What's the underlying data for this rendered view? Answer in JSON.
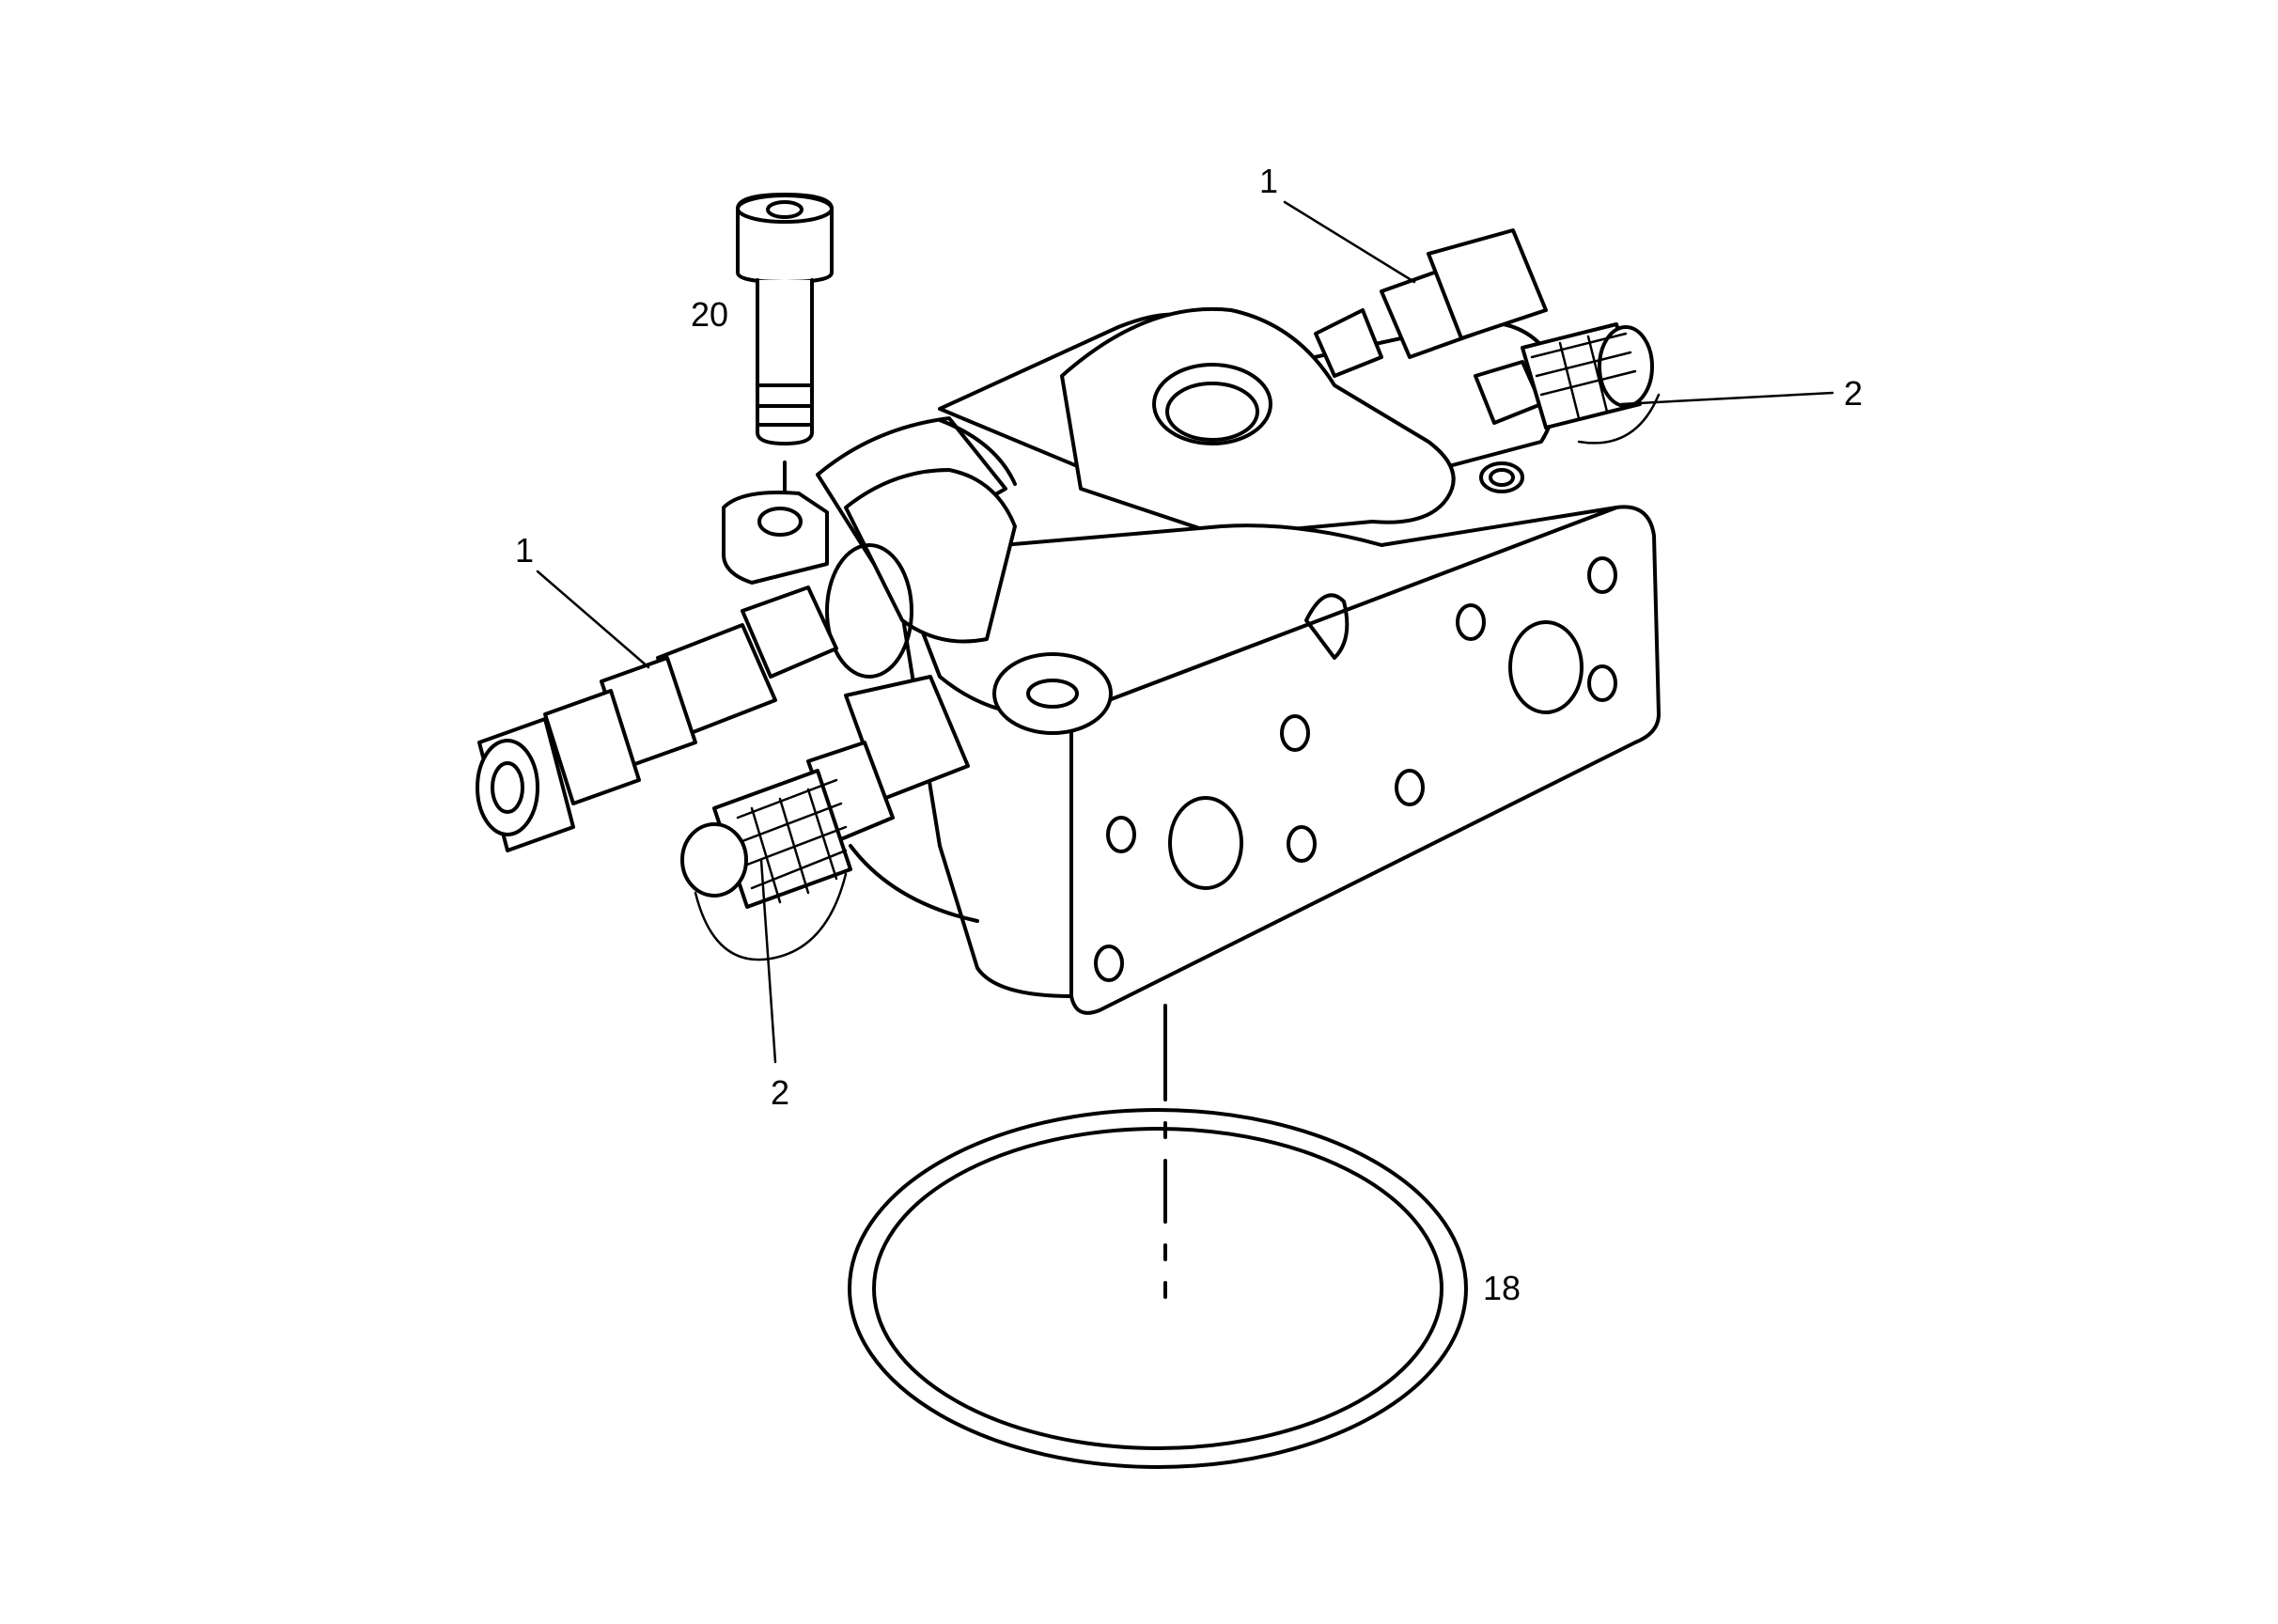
{
  "diagram": {
    "callouts": [
      {
        "id": "c1-left",
        "label": "1"
      },
      {
        "id": "c1-right",
        "label": "1"
      },
      {
        "id": "c2-left",
        "label": "2"
      },
      {
        "id": "c2-right",
        "label": "2"
      },
      {
        "id": "c18",
        "label": "18"
      },
      {
        "id": "c20",
        "label": "20"
      }
    ]
  }
}
